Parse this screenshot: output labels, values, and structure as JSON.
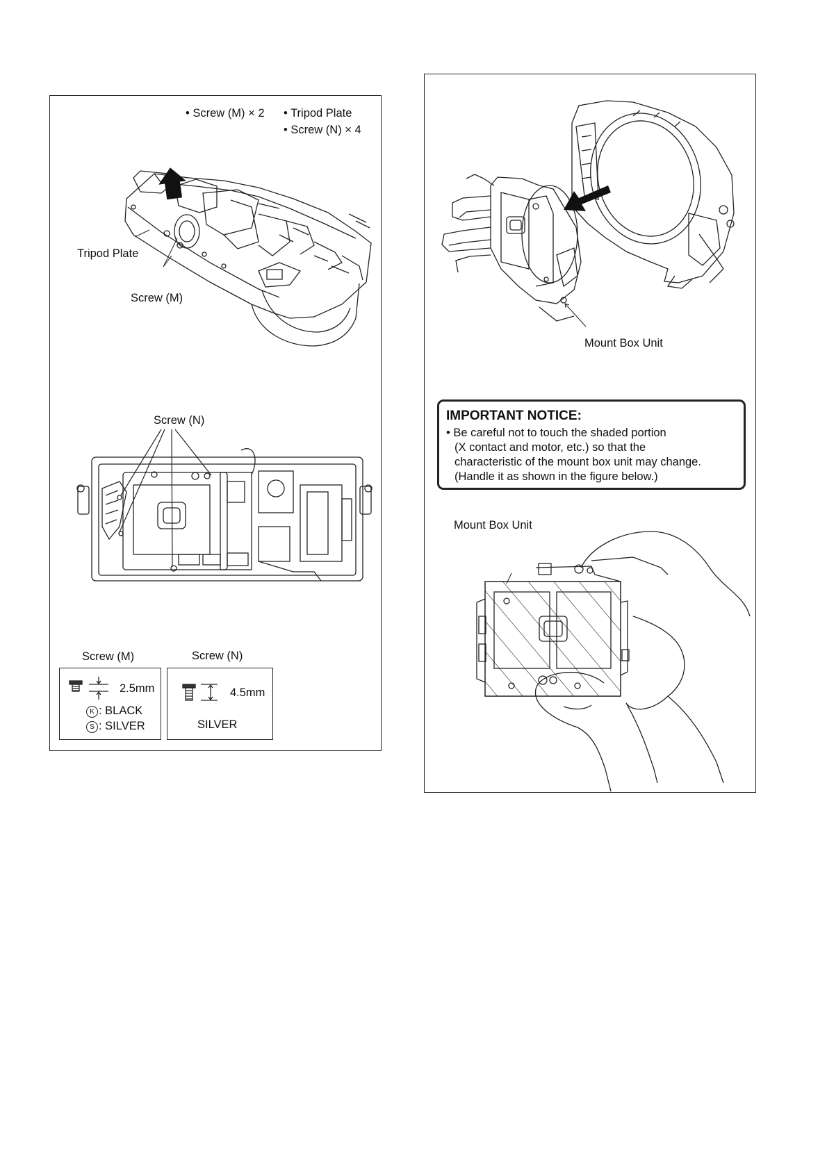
{
  "left_panel": {
    "parts_list": {
      "item1": "• Screw (M) × 2",
      "item2": "• Tripod Plate",
      "item3": "• Screw (N) × 4"
    },
    "callout_tripod_plate": "Tripod Plate",
    "callout_screw_m": "Screw (M)",
    "callout_screw_n": "Screw (N)",
    "screw_m_spec": {
      "title": "Screw (M)",
      "length": "2.5mm",
      "black_symbol": "K",
      "black_label": ": BLACK",
      "silver_symbol": "S",
      "silver_label": ": SILVER"
    },
    "screw_n_spec": {
      "title": "Screw (N)",
      "length": "4.5mm",
      "color": "SILVER"
    }
  },
  "right_panel": {
    "callout_mount_box_unit_top": "Mount Box Unit",
    "notice": {
      "title": "IMPORTANT NOTICE:",
      "line1": "• Be careful not to touch the shaded portion",
      "line2": "(X contact and motor, etc.) so that the",
      "line3": "characteristic of the mount box unit may change.",
      "line4": "(Handle it as shown in the figure below.)"
    },
    "callout_mount_box_unit_bottom": "Mount Box Unit"
  }
}
